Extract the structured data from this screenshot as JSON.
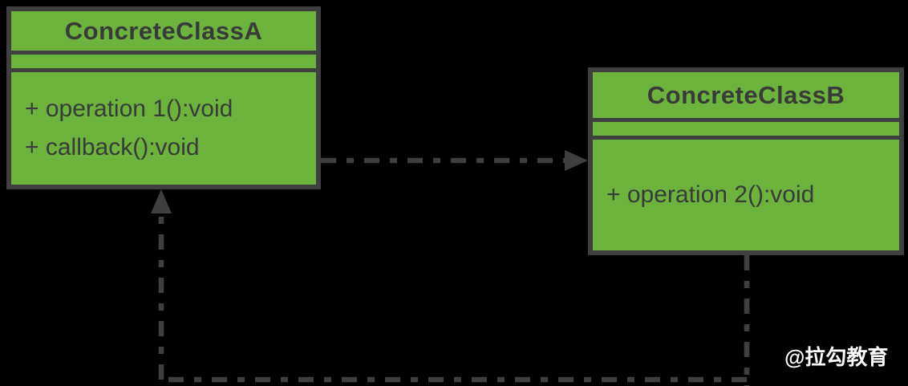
{
  "diagram": {
    "type": "uml-class-diagram",
    "background_color": "#000000",
    "colors": {
      "class_fill": "#6CB33E",
      "border_and_lines": "#3F3F3F",
      "class_text": "#3A3A3A",
      "watermark_text": "#FFFFFF"
    },
    "classes": [
      {
        "name": "ConcreteClassA",
        "attributes": [],
        "operations": [
          "+ operation 1():void",
          "+ callback():void"
        ]
      },
      {
        "name": "ConcreteClassB",
        "attributes": [],
        "operations": [
          "+ operation 2():void"
        ]
      }
    ],
    "relationships": [
      {
        "from": "ConcreteClassA",
        "to": "ConcreteClassB",
        "type": "dependency",
        "line_style": "dash-dot",
        "arrowhead": "solid-triangle",
        "route": "horizontal, from right edge of ConcreteClassA into left edge of ConcreteClassB"
      },
      {
        "from": "ConcreteClassB",
        "to": "ConcreteClassA",
        "type": "dependency",
        "line_style": "dash-dot",
        "arrowhead": "solid-triangle",
        "route": "down from bottom of ConcreteClassB, left along bottom, up into bottom edge of ConcreteClassA"
      }
    ],
    "watermark": "@拉勾教育"
  }
}
